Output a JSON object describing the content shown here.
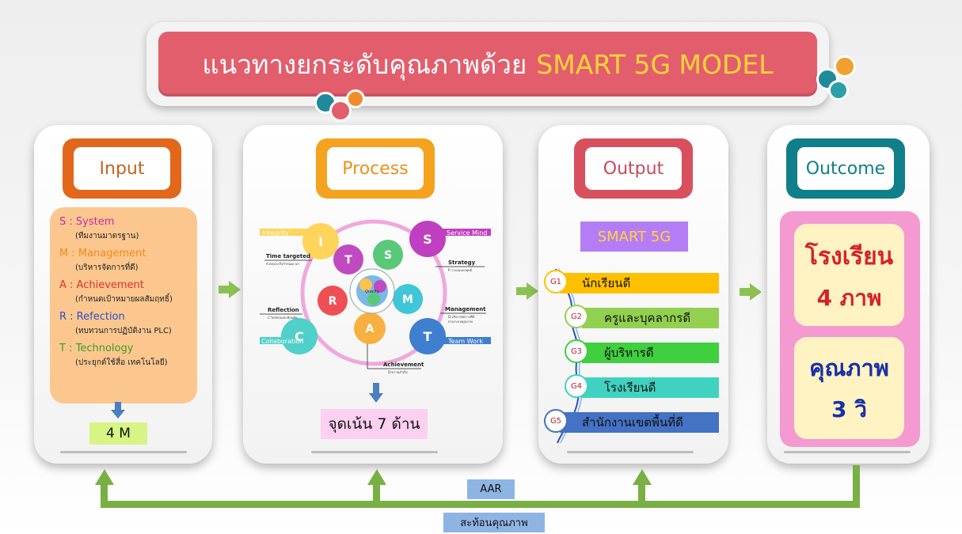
{
  "title": {
    "main": "แนวทางยกระดับคุณภาพด้วย",
    "highlight": "SMART 5G MODEL"
  },
  "columns": {
    "input": {
      "header": "Input",
      "items": [
        {
          "label": "S : System",
          "sub": "(ทีมงานมาตรฐาน)",
          "color": "#c62aa6"
        },
        {
          "label": "M : Management",
          "sub": "(บริหารจัดการที่ดี)",
          "color": "#f08a1c"
        },
        {
          "label": "A : Achievement",
          "sub": "(กำหนดเป้าหมายผลสัมฤทธิ์)",
          "color": "#e0302a"
        },
        {
          "label": "R : Refection",
          "sub": "(ทบทวนการปฏิบัติงาน PLC)",
          "color": "#2b4fc4"
        },
        {
          "label": "T : Technology",
          "sub": "(ประยุกต์ใช้สื่อ เทคโนโลยี)",
          "color": "#3e9b23"
        }
      ],
      "result": "4 M"
    },
    "process": {
      "header": "Process",
      "result": "จุดเน้น 7 ด้าน",
      "petals": {
        "I": "I",
        "T": "T",
        "S1": "S",
        "R": "R",
        "M": "M",
        "C": "C",
        "A": "A",
        "S2": "S",
        "T2": "T"
      },
      "labels": {
        "integrity": "Integrity",
        "service": "Service Mind",
        "time": "Time targeted",
        "time_sub": "A:ต่อรอง-ถึงกำหนดเวลา",
        "strategy": "Strategy",
        "strategy_sub": "P:วางแผนกลยุทธ์",
        "reflection": "Reflection",
        "reflection_sub": "C:ไตร่ตรองสะท้อนคิด",
        "management": "Management",
        "management_sub": "D:บริหารจัดการที่ดี",
        "management_sub2": "ตามระบบคุณภาพ",
        "collaboration": "Collaboration",
        "team": "Team Work",
        "achievement": "Achievement",
        "achievement_sub": "D:ความสำเร็จ",
        "center": "Quality"
      }
    },
    "output": {
      "header": "Output",
      "tag": "SMART 5G",
      "goals": [
        {
          "code": "G1",
          "text": "นักเรียนดี",
          "color": "#ffc000"
        },
        {
          "code": "G2",
          "text": "ครูและบุคลากรดี",
          "color": "#92d050"
        },
        {
          "code": "G3",
          "text": "ผู้บริหารดี",
          "color": "#3fcf3f"
        },
        {
          "code": "G4",
          "text": "โรงเรียนดี",
          "color": "#40d2c0"
        },
        {
          "code": "G5",
          "text": "สำนักงานเขตพื้นที่ดี",
          "color": "#4472c4"
        }
      ]
    },
    "outcome": {
      "header": "Outcome",
      "box1_line1": "โรงเรียน",
      "box1_line2": "4 ภาพ",
      "box2_line1": "คุณภาพ",
      "box2_line2": "3 วิ"
    }
  },
  "feedback": {
    "aar": "AAR",
    "reflect": "สะท้อนคุณภาพ"
  },
  "colors": {
    "title_bg": "#e35e6c",
    "title_highlight": "#ffd43a",
    "arrow_green": "#8cc152",
    "feedback_green": "#78b043",
    "tag_blue": "#8eb4e3"
  }
}
